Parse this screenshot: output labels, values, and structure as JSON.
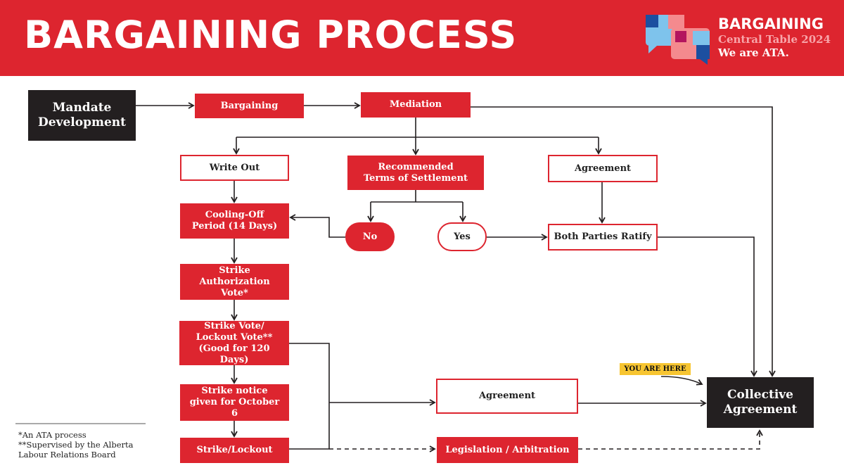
{
  "header": {
    "title": "BARGAINING PROCESS",
    "brand_title": "BARGAINING",
    "brand_subtitle": "Central Table 2024",
    "brand_tagline": "We are ATA.",
    "logo_icon": "puzzle-speech-bubbles-logo"
  },
  "colors": {
    "red": "#dd252f",
    "dark": "#231f20",
    "highlight": "#f7c531"
  },
  "nodes": {
    "mandate": "Mandate Development",
    "bargaining": "Bargaining",
    "mediation": "Mediation",
    "write_out": "Write Out",
    "recommended_terms": "Recommended Terms of Settlement",
    "agreement_top": "Agreement",
    "cooling_off": "Cooling-Off Period (14 Days)",
    "no": "No",
    "yes": "Yes",
    "both_ratify": "Both Parties Ratify",
    "strike_auth": "Strike Authorization Vote*",
    "strike_vote": "Strike Vote/ Lockout Vote** (Good for 120 Days)",
    "strike_notice": "Strike notice given for October 6",
    "strike_lockout": "Strike/Lockout",
    "agreement_mid": "Agreement",
    "legislation": "Legislation / Arbitration",
    "collective": "Collective Agreement"
  },
  "you_are_here": "YOU ARE HERE",
  "footnotes": [
    "*An ATA process",
    "**Supervised by the Alberta Labour Relations Board"
  ]
}
